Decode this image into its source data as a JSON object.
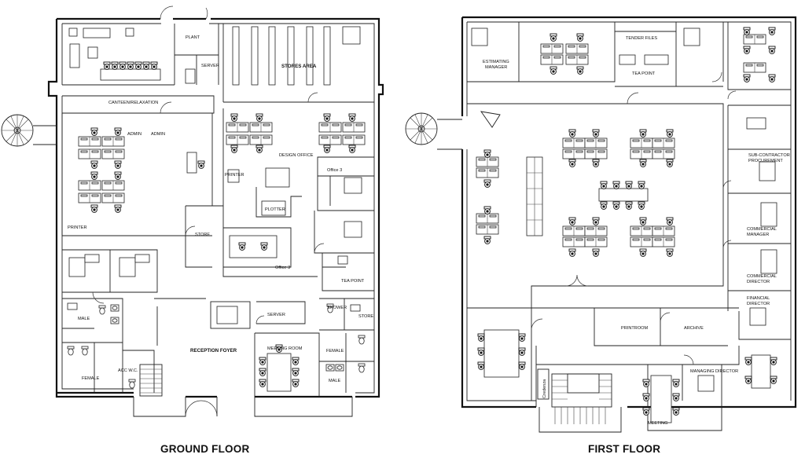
{
  "titles": {
    "ground": "GROUND FLOOR",
    "first": "FIRST FLOOR"
  },
  "ground": {
    "plant": "PLANT",
    "server_top": "SERVER",
    "stores_area": "STORES AREA",
    "canteen": "CANTEEN/RELAXATION",
    "admin_1": "ADMIN",
    "admin_2": "ADMIN",
    "design_office": "DESIGN OFFICE",
    "printer_1": "PRINTER",
    "printer_2": "PRINTER",
    "plotter": "PLOTTER",
    "office_3a": "Office 3",
    "office_3b": "Office 3",
    "store_mid": "STORE",
    "tea_point": "TEA POINT",
    "shower": "SHOWER",
    "store_right": "STORE",
    "server_bottom": "SERVER",
    "male_left": "MALE",
    "female_left": "FEMALE",
    "acc_wc": "ACC W.C.",
    "reception": "RECEPTION FOYER",
    "meeting_room": "MEETING ROOM",
    "female_right": "FEMALE",
    "male_right": "MALE"
  },
  "first": {
    "estimating_1": "ESTIMATING",
    "estimating_2": "MANAGER",
    "tender_files": "TENDER FILES",
    "tea_point": "TEA POINT",
    "subcon_1": "SUB-CONTRACTOR",
    "subcon_2": "PROCUREMENT",
    "commercial_mgr_1": "COMMERCIAL",
    "commercial_mgr_2": "MANAGER",
    "commercial_dir_1": "COMMERCIAL",
    "commercial_dir_2": "DIRECTOR",
    "financial_1": "FINANCIAL",
    "financial_2": "DIRECTOR",
    "printroom": "PRINTROOM",
    "archive": "ARCHIVE",
    "managing_director": "MANAGING DIRECTOR",
    "meeting": "MEETING",
    "credenza": "Credenza"
  }
}
